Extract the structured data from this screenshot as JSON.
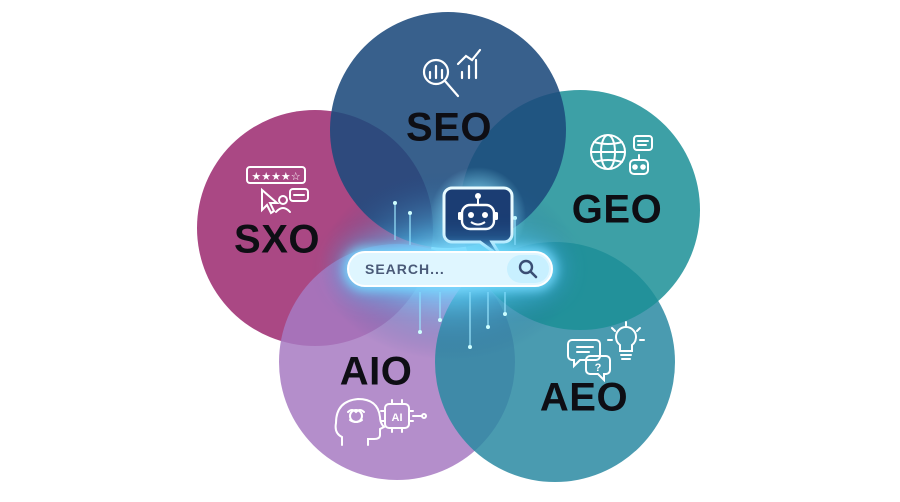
{
  "circles": [
    {
      "id": "seo",
      "label": "SEO",
      "color": "#1d4a7c"
    },
    {
      "id": "geo",
      "label": "GEO",
      "color": "#1b8f96"
    },
    {
      "id": "aeo",
      "label": "AEO",
      "color": "#2a8aa2"
    },
    {
      "id": "aio",
      "label": "AIO",
      "color": "#a77ac2"
    },
    {
      "id": "sxo",
      "label": "SXO",
      "color": "#a3387a"
    }
  ],
  "search": {
    "placeholder": "SEARCH...",
    "icon": "search-icon"
  },
  "icons": {
    "seo": "magnifier-chart-icon",
    "geo": "globe-robot-icon",
    "aeo": "chat-lightbulb-icon",
    "aio": "brain-ai-chip-icon",
    "sxo": "star-rating-cursor-icon",
    "center": "robot-chat-icon"
  },
  "icon_text": {
    "aio_chip": "AI"
  }
}
